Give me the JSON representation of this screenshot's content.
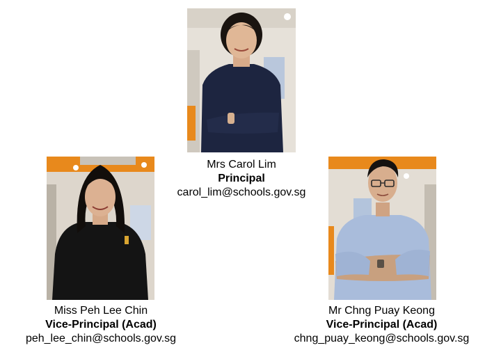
{
  "staff": {
    "principal": {
      "name": "Mrs Carol Lim",
      "role": "Principal",
      "email": "carol_lim@schools.gov.sg"
    },
    "vp1": {
      "name": "Miss Peh Lee Chin",
      "role": "Vice-Principal (Acad)",
      "email": "peh_lee_chin@schools.gov.sg"
    },
    "vp2": {
      "name": "Mr Chng Puay Keong",
      "role": "Vice-Principal (Acad)",
      "email": "chng_puay_keong@schools.gov.sg"
    }
  },
  "colors": {
    "background": "#ffffff",
    "text": "#000000",
    "accent_orange": "#e8891c"
  }
}
